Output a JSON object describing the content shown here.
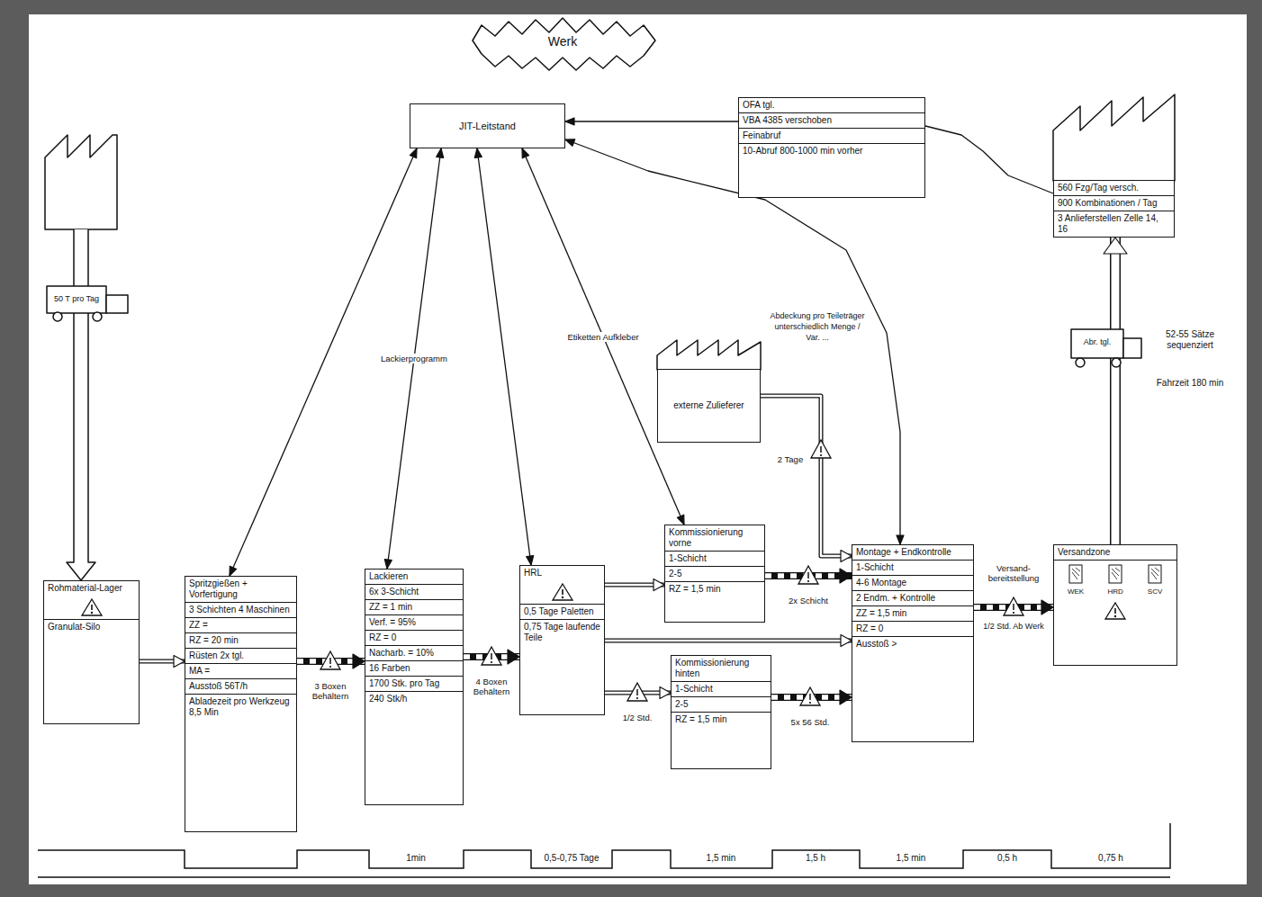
{
  "diagram": {
    "nodes": [
      {
        "text": [
          "Werk"
        ]
      },
      {
        "text": [
          "JIT-Leitstand"
        ]
      },
      {
        "text": [
          "OFA tgl.",
          "VBA 4385 verschoben",
          "Feinabruf",
          "10-Abruf 800-1000 min vorher"
        ]
      },
      {
        "text": [
          "560 Fzg/Tag versch.",
          "900 Kombinationen / Tag",
          "3 Anlieferstellen Zelle 14, 16"
        ]
      },
      {
        "text": [
          "externe Zulieferer"
        ]
      },
      {
        "text": [
          "Rohmaterial-Lager",
          "Granulat-Silo"
        ]
      },
      {
        "text": [
          "Spritzgießen + Vorfertigung",
          "3 Schichten 4 Maschinen",
          "ZZ =",
          "RZ = 20 min",
          "Rüsten 2x tgl.",
          "MA =",
          "Ausstoß 56T/h",
          "Abladezeit pro Werkzeug 8,5 Min"
        ]
      },
      {
        "text": [
          "Lackieren",
          "6x 3-Schicht",
          "ZZ = 1 min",
          "Verf. = 95%",
          "RZ = 0",
          "Nacharb. = 10%",
          "16 Farben",
          "1700 Stk. pro Tag",
          "240 Stk/h"
        ]
      },
      {
        "text": [
          "HRL",
          "0,5 Tage Paletten",
          "0,75 Tage laufende Teile"
        ]
      },
      {
        "text": [
          "Kommissionierung vorne",
          "1-Schicht",
          "2-5",
          "RZ = 1,5 min"
        ]
      },
      {
        "text": [
          "Kommissionierung hinten",
          "1-Schicht",
          "2-5",
          "RZ = 1,5 min"
        ]
      },
      {
        "text": [
          "Montage + Endkontrolle",
          "1-Schicht",
          "4-6 Montage",
          "2 Endm. + Kontrolle",
          "ZZ = 1,5 min",
          "RZ = 0",
          "Ausstoß >"
        ]
      },
      {
        "text": [
          "Versandzone",
          "WEK",
          "HRD",
          "SCV"
        ]
      }
    ],
    "edges": [
      {
        "from": 3,
        "to": 2,
        "arrow": "none"
      },
      {
        "from": 2,
        "to": 1,
        "arrow": "to"
      },
      {
        "from": 1,
        "to": 6,
        "arrow": "both"
      },
      {
        "from": 1,
        "to": 7,
        "label": "Lackierprogramm",
        "arrow": "both"
      },
      {
        "from": 1,
        "to": 8,
        "arrow": "both"
      },
      {
        "from": 1,
        "to": 9,
        "label": "Etiketten Aufkleber",
        "arrow": "both"
      },
      {
        "from": 1,
        "to": 11,
        "arrow": "both"
      },
      {
        "from": 5,
        "to": 6,
        "arrow": "to"
      },
      {
        "from": 6,
        "to": 7,
        "label": "3 Boxen Behältern",
        "arrow": "to"
      },
      {
        "from": 7,
        "to": 8,
        "label": "4 Boxen Behältern",
        "arrow": "to"
      },
      {
        "from": 8,
        "to": 9,
        "arrow": "to"
      },
      {
        "from": 8,
        "to": 10,
        "label": "1/2 Std.",
        "arrow": "to"
      },
      {
        "from": 8,
        "to": 11,
        "arrow": "to"
      },
      {
        "from": 9,
        "to": 11,
        "label": "2x Schicht",
        "arrow": "to"
      },
      {
        "from": 10,
        "to": 11,
        "label": "5x 56 Std.",
        "arrow": "to"
      },
      {
        "from": 4,
        "to": 11,
        "label": "2 Tage",
        "arrow": "to"
      },
      {
        "from": 11,
        "to": 12,
        "label": "Versand-bereitstellung",
        "arrow": "to"
      },
      {
        "from": 12,
        "to": 3,
        "arrow": "to"
      }
    ],
    "labels": [
      "50 T pro Tag",
      "Abr. tgl.",
      "52-55 Sätze sequenziert",
      "Fahrzeit 180 min",
      "Abdeckung pro Teileträger unterschiedlich Menge / Var. ...",
      "1/2 Std. Ab Werk",
      "1min",
      "0,5-0,75 Tage",
      "1,5 min",
      "1,5 h",
      "1,5 min",
      "0,5 h",
      "0,75 h"
    ]
  }
}
